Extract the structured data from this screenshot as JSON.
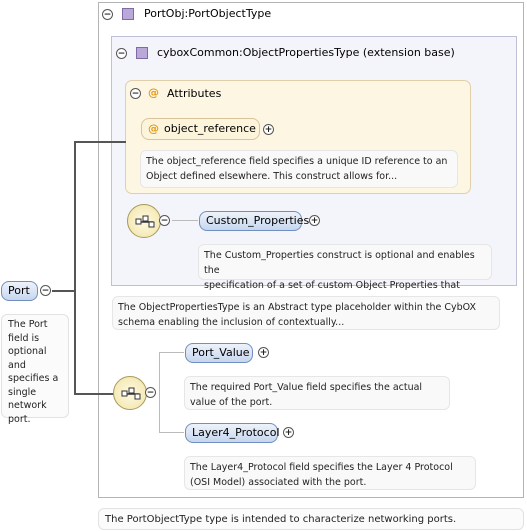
{
  "port_type": {
    "title": "PortObj:PortObjectType",
    "doc": "The PortObjectType type is intended to characterize networking ports."
  },
  "base_type": {
    "title": "cyboxCommon:ObjectPropertiesType (extension base)",
    "doc": "The ObjectPropertiesType is an Abstract type placeholder within the CybOX\nschema enabling the inclusion of contextually..."
  },
  "attributes": {
    "title": "Attributes",
    "object_reference": {
      "label": "object_reference",
      "doc": "The object_reference field specifies a unique ID reference to an\nObject defined elsewhere. This construct allows for..."
    }
  },
  "custom_properties": {
    "label": "Custom_Properties",
    "doc": "The Custom_Properties construct is optional and enables the\nspecification of a set of custom Object Properties that may..."
  },
  "port": {
    "label": "Port",
    "doc": "The Port\nfield is\noptional\nand\nspecifies a\nsingle\nnetwork port."
  },
  "port_value": {
    "label": "Port_Value",
    "doc": "The required Port_Value field specifies the actual\nvalue of the port."
  },
  "layer4_protocol": {
    "label": "Layer4_Protocol",
    "doc": "The Layer4_Protocol field specifies the Layer 4 Protocol\n(OSI Model) associated with the port."
  },
  "icons": {
    "expand": "minus-toggle",
    "collapse": "plus-toggle",
    "complex_type": "purple-square",
    "attribute": "@",
    "sequence": "sequence-compositor"
  },
  "colors": {
    "element_fill": "#c7d6ee",
    "element_border": "#6f8fc0",
    "attribute_fill": "#fdf6e3",
    "attribute_marker": "#e29b1b",
    "type_icon": "#b9a9d9",
    "compositor_fill": "#f0e2a4"
  },
  "glyphs": {
    "minus": "−",
    "plus": "+",
    "at": "@"
  }
}
